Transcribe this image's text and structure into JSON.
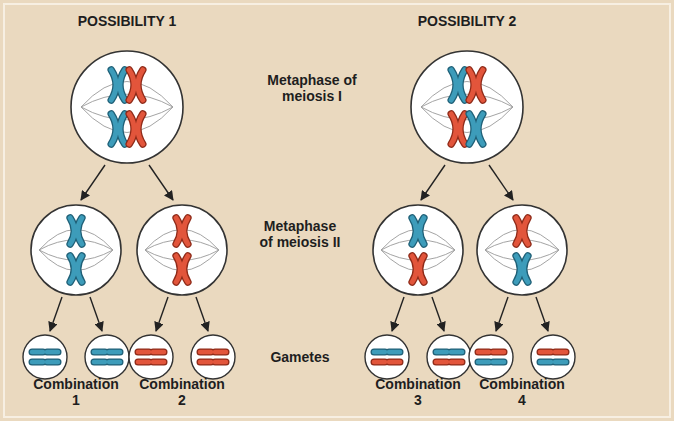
{
  "diagram": {
    "labels": [
      "POSSIBILITY 1",
      "Metaphase of meiosis I",
      "POSSIBILITY 2",
      "Metaphase of meiosis II",
      "Gametes",
      "Combination 1",
      "Combination 2",
      "Combination 3",
      "Combination 4"
    ]
  }
}
